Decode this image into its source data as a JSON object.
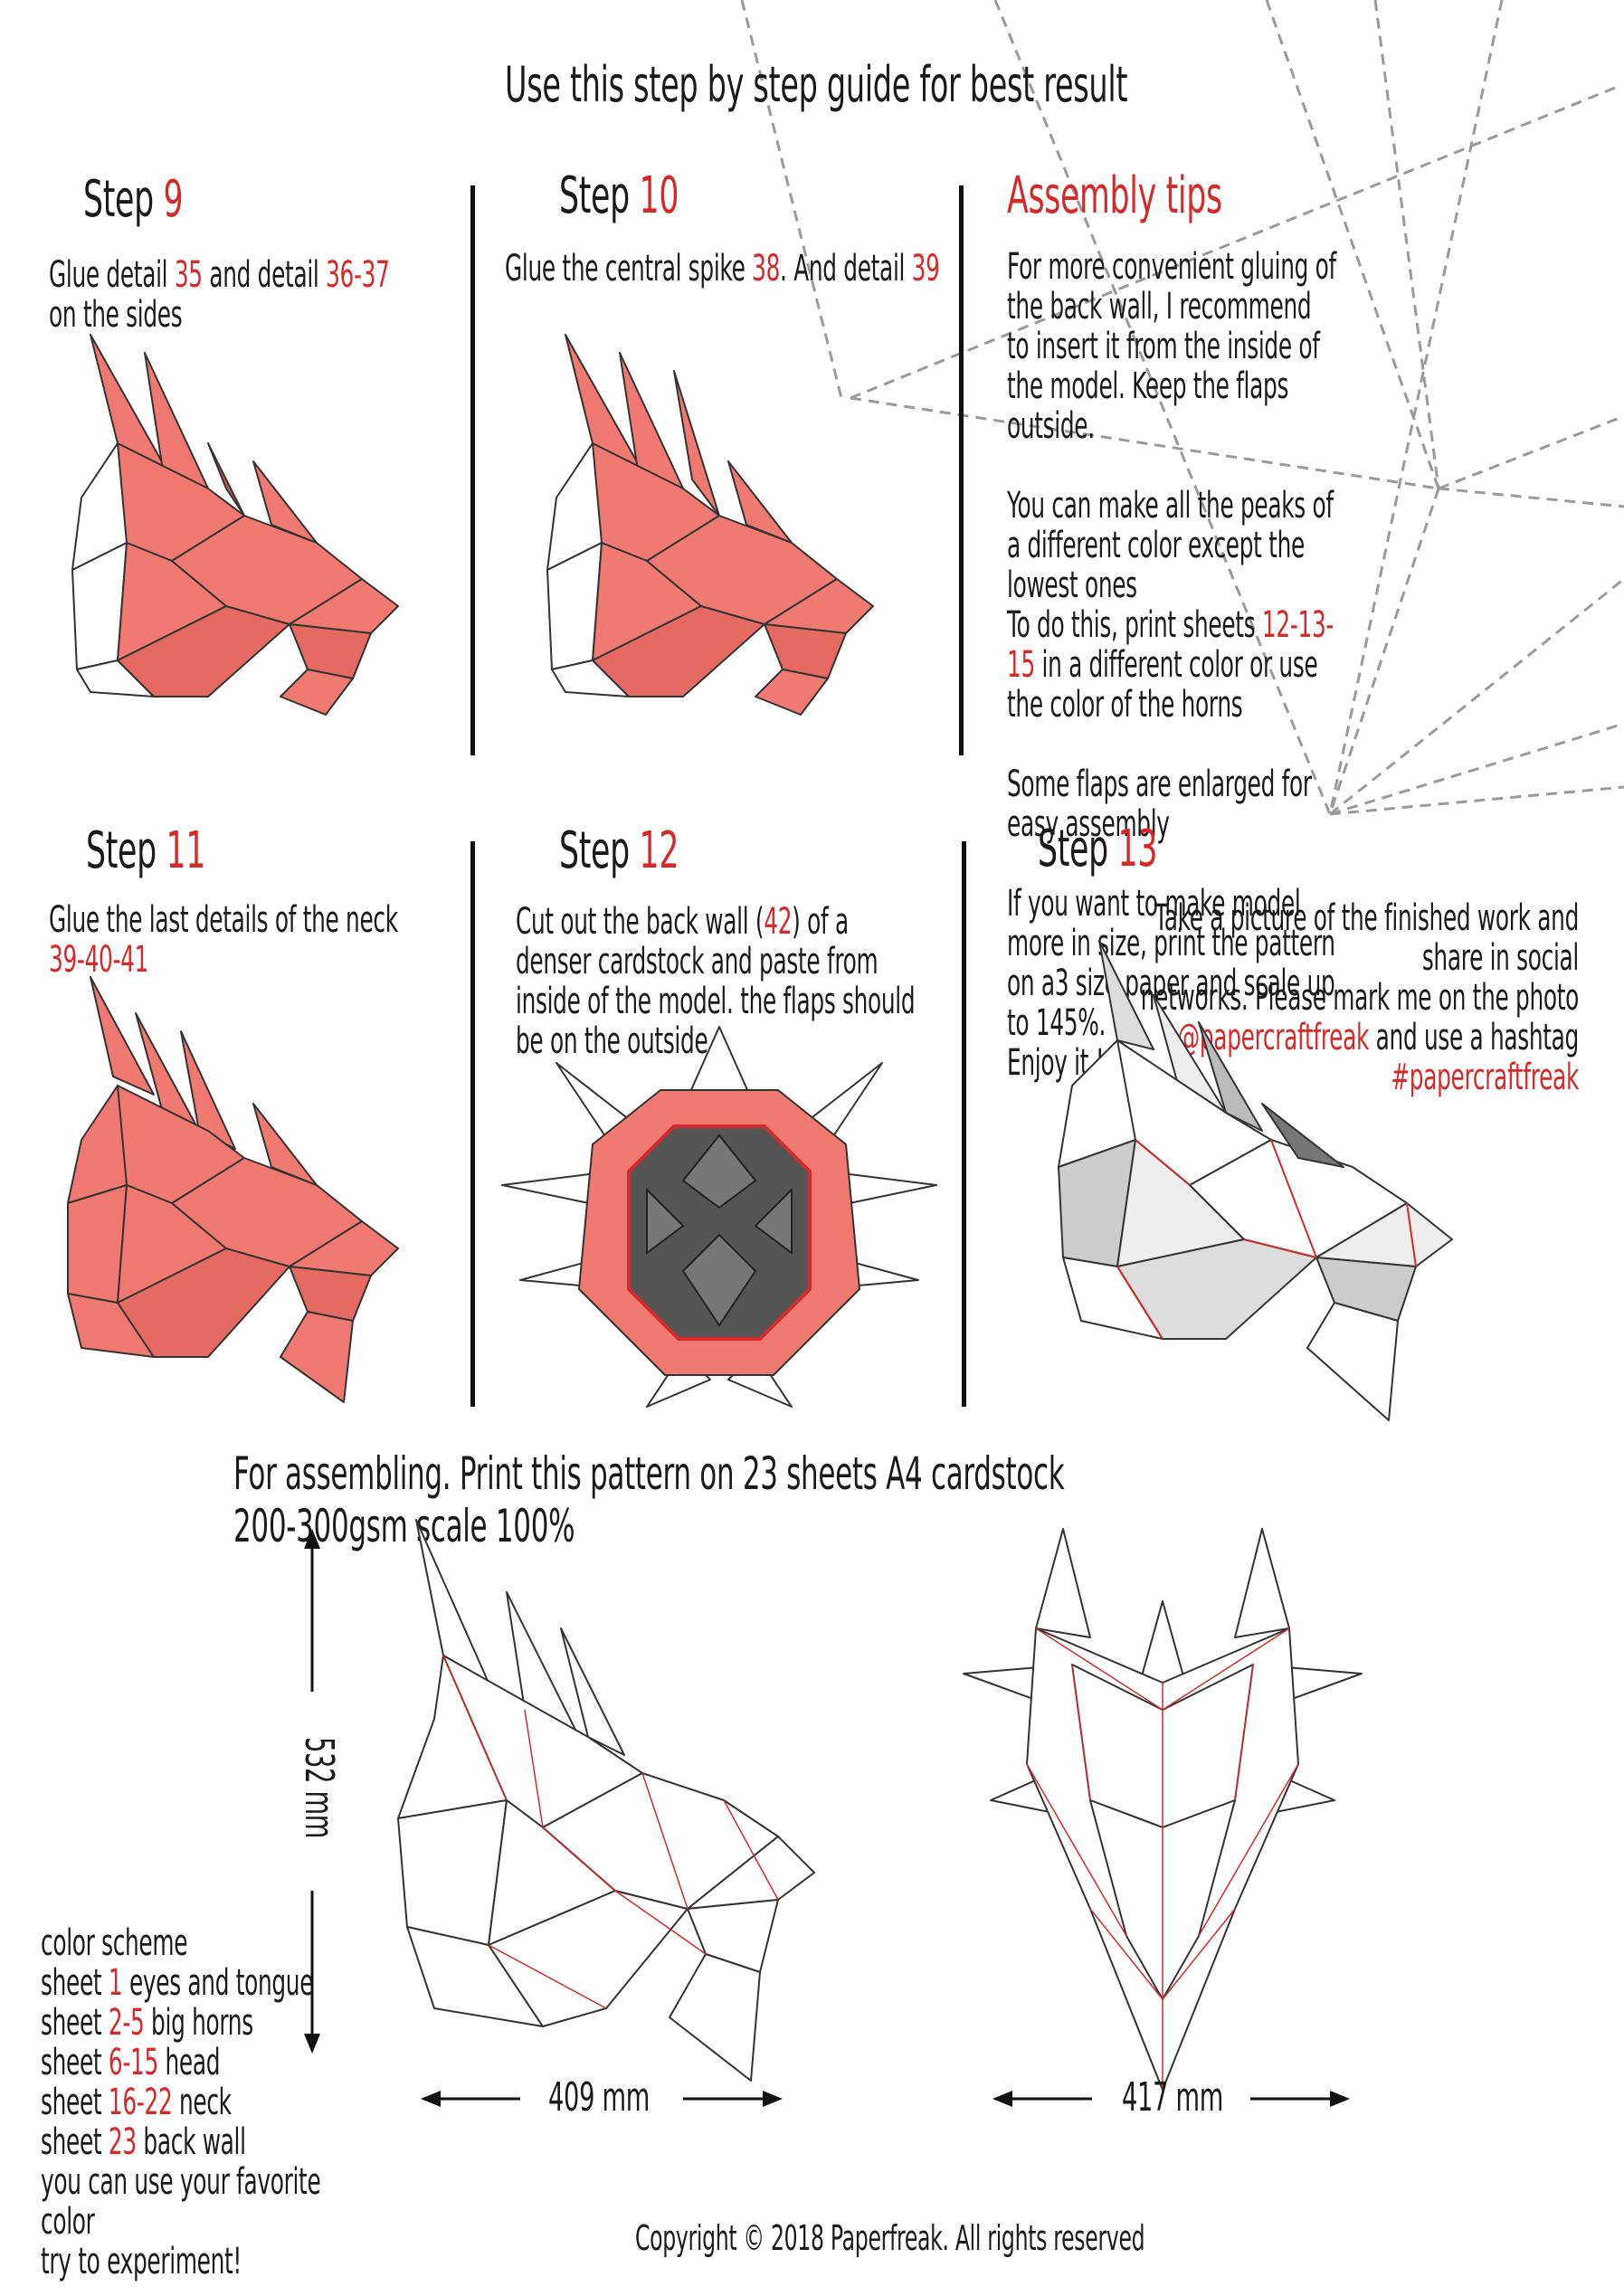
{
  "header": {
    "title": "Use this step by step guide for best result"
  },
  "steps": [
    {
      "label": "Step",
      "number": "9",
      "text_parts": [
        "Glue detail ",
        "35",
        " and detail ",
        "36-37",
        " on the sides"
      ]
    },
    {
      "label": "Step",
      "number": "10",
      "text_parts": [
        "Glue the central spike ",
        "38",
        ". And detail ",
        "39"
      ]
    },
    {
      "label": "Step",
      "number": "11",
      "text_parts": [
        "Glue the last details of the neck",
        "39-40-41"
      ]
    },
    {
      "label": "Step",
      "number": "12",
      "text_parts": [
        "Cut out the back wall (",
        "42",
        ") of a denser cardstock and paste from inside of the model. the flaps should be on the outside"
      ]
    },
    {
      "label": "Step",
      "number": "13",
      "text_lines": [
        "Take a picture of the finished work and share in social",
        "networks. Please mark me on the photo"
      ],
      "handle": "@papercraftfreak",
      "handle_suffix": " and use a hashtag",
      "hashtag": "#papercraftfreak"
    }
  ],
  "tips": {
    "title": "Assembly tips",
    "p1": "For more convenient gluing of the back wall, I recommend to insert it from the inside of the model. Keep the flaps outside.",
    "p2a": "You can make all the peaks of a different color except the lowest ones",
    "p2b_pre": "To do this, print sheets ",
    "p2b_sheets": "12-13-15",
    "p2b_post": " in a different color or use the color of the horns",
    "p3": "Some flaps are enlarged for easy assembly",
    "p4": "If you want to make model more in size, print the pattern on a3 size paper and scale up to 145%.",
    "p5": "Enjoy it !"
  },
  "assembling": {
    "title": "For assembling. Print this pattern on 23 sheets A4 cardstock 200-300gsm scale 100%"
  },
  "dimensions": {
    "height": "532 mm",
    "width_side": "409 mm",
    "width_front": "417 mm"
  },
  "color_scheme": {
    "title": "color scheme",
    "rows": [
      {
        "pre": "sheet ",
        "num": "1",
        "post": " eyes and tongue"
      },
      {
        "pre": "sheet ",
        "num": "2-5",
        "post": " big horns"
      },
      {
        "pre": "sheet ",
        "num": "6-15",
        "post": " head"
      },
      {
        "pre": "sheet ",
        "num": "16-22",
        "post": " neck"
      },
      {
        "pre": "sheet ",
        "num": "23",
        "post": " back wall"
      }
    ],
    "note1": "you can use your favorite color",
    "note2": "try to experiment!"
  },
  "footer": {
    "copyright": "Copyright © 2018 Paperfreak. All rights reserved"
  },
  "colors": {
    "accent": "#d42a2a",
    "fill": "#f07a72",
    "ink": "#1a1a1a",
    "dash": "#9a9a9a"
  }
}
